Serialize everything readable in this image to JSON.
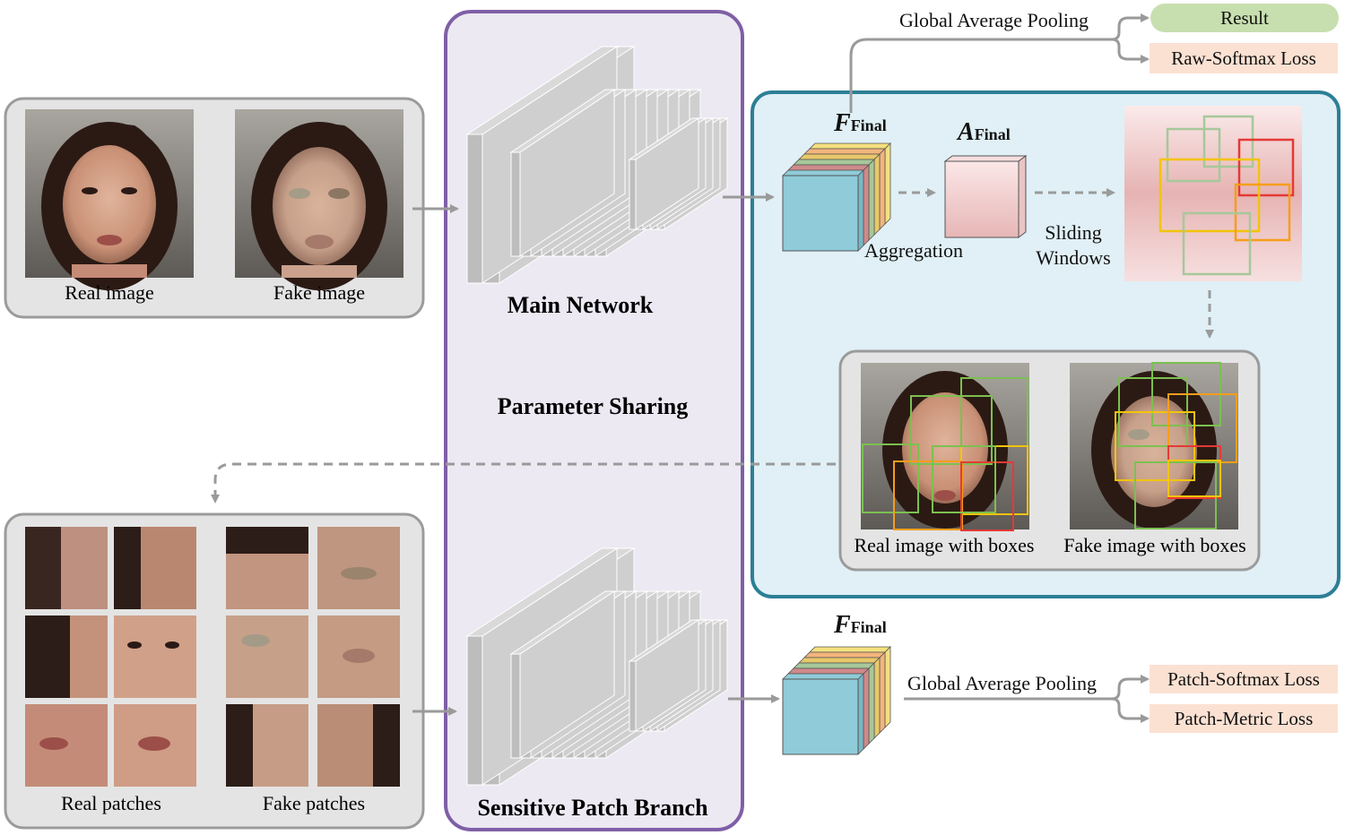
{
  "input": {
    "real_label": "Real image",
    "fake_label": "Fake image"
  },
  "network": {
    "main_label": "Main Network",
    "sharing_label": "Parameter Sharing",
    "branch_label": "Sensitive Patch Branch"
  },
  "attention": {
    "f_final_symbol": "F",
    "f_final_subscript": "Final",
    "a_final_symbol": "A",
    "a_final_subscript": "Final",
    "aggregation_label": "Aggregation",
    "sliding_windows_line1": "Sliding",
    "sliding_windows_line2": "Windows",
    "real_boxes_label": "Real image with boxes",
    "fake_boxes_label": "Fake image with boxes"
  },
  "top_outputs": {
    "gap_label": "Global Average Pooling",
    "result_label": "Result",
    "raw_loss_label": "Raw-Softmax Loss"
  },
  "patches": {
    "real_label": "Real patches",
    "fake_label": "Fake patches"
  },
  "bottom_outputs": {
    "f_final_symbol": "F",
    "f_final_subscript": "Final",
    "gap_label": "Global Average Pooling",
    "patch_softmax_label": "Patch-Softmax Loss",
    "patch_metric_label": "Patch-Metric Loss"
  },
  "colors": {
    "input_panel_fill": "#e4e4e4",
    "panel_border": "#9b9b9b",
    "network_panel_border": "#7f5fa6",
    "network_panel_fill": "#ece9f3",
    "attention_panel_border": "#2c7f96",
    "attention_panel_fill": "#e0f0f6",
    "result_fill": "#c7dfaf",
    "loss_fill": "#fbe1d2",
    "tensor_front": "#8fcbd8",
    "layer_colors": [
      "#cf8a8a",
      "#a6c89a",
      "#e8c86a",
      "#f3b57c",
      "#f4e07e"
    ],
    "attention_map": "#e6b3b3",
    "box_colors": [
      "#e53935",
      "#f2c40a",
      "#7cc050",
      "#f59e1b"
    ]
  }
}
